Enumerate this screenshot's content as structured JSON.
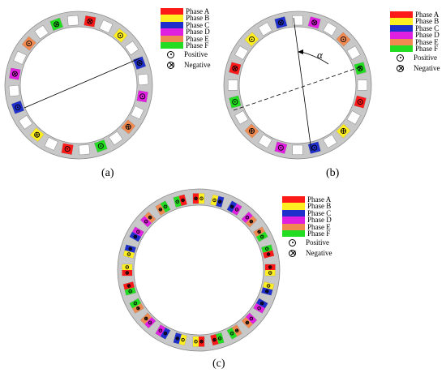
{
  "captions": {
    "a": "(a)",
    "b": "(b)",
    "c": "(c)"
  },
  "legend": {
    "phases": [
      {
        "label": "Phase A",
        "color": "#ff1a1a"
      },
      {
        "label": "Phase B",
        "color": "#ffee22"
      },
      {
        "label": "Phase C",
        "color": "#1f2fcc"
      },
      {
        "label": "Phase D",
        "color": "#e020e0"
      },
      {
        "label": "Phase E",
        "color": "#f08a50"
      },
      {
        "label": "Phase F",
        "color": "#22dd22"
      }
    ],
    "positive_label": "Positive",
    "negative_label": "Negative"
  },
  "angle_label": "α",
  "colors": {
    "stator": "#c8c8c8",
    "stator_edge": "#8a8a8a"
  },
  "icons": {
    "positive": "dot-in-circle-icon",
    "negative": "cross-in-circle-icon"
  }
}
